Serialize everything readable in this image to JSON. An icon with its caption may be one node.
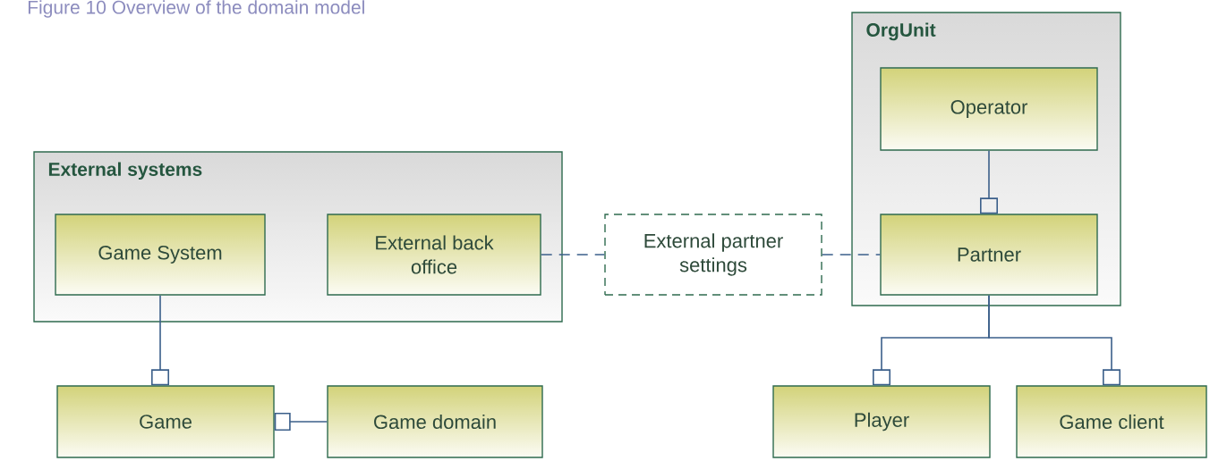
{
  "diagram": {
    "caption": "Figure 10 Overview of the domain model",
    "nodes": [
      {
        "text": [
          "External systems"
        ]
      },
      {
        "text": [
          "Game System"
        ],
        "in": 0
      },
      {
        "text": [
          "External back office"
        ],
        "in": 0
      },
      {
        "text": [
          "External partner settings"
        ]
      },
      {
        "text": [
          "OrgUnit"
        ]
      },
      {
        "text": [
          "Operator"
        ],
        "in": 4
      },
      {
        "text": [
          "Partner"
        ],
        "in": 4
      },
      {
        "text": [
          "Game"
        ]
      },
      {
        "text": [
          "Game domain"
        ]
      },
      {
        "text": [
          "Player"
        ]
      },
      {
        "text": [
          "Game client"
        ]
      }
    ],
    "edges": [
      {
        "from": 1,
        "to": 7,
        "arrow": "other"
      },
      {
        "from": 8,
        "to": 7,
        "arrow": "other"
      },
      {
        "from": 2,
        "to": 3,
        "arrow": "none",
        "style": "dashed"
      },
      {
        "from": 3,
        "to": 6,
        "arrow": "none",
        "style": "dashed"
      },
      {
        "from": 5,
        "to": 6,
        "arrow": "other"
      },
      {
        "from": 6,
        "to": 9,
        "arrow": "other"
      },
      {
        "from": 6,
        "to": 10,
        "arrow": "other"
      }
    ]
  }
}
